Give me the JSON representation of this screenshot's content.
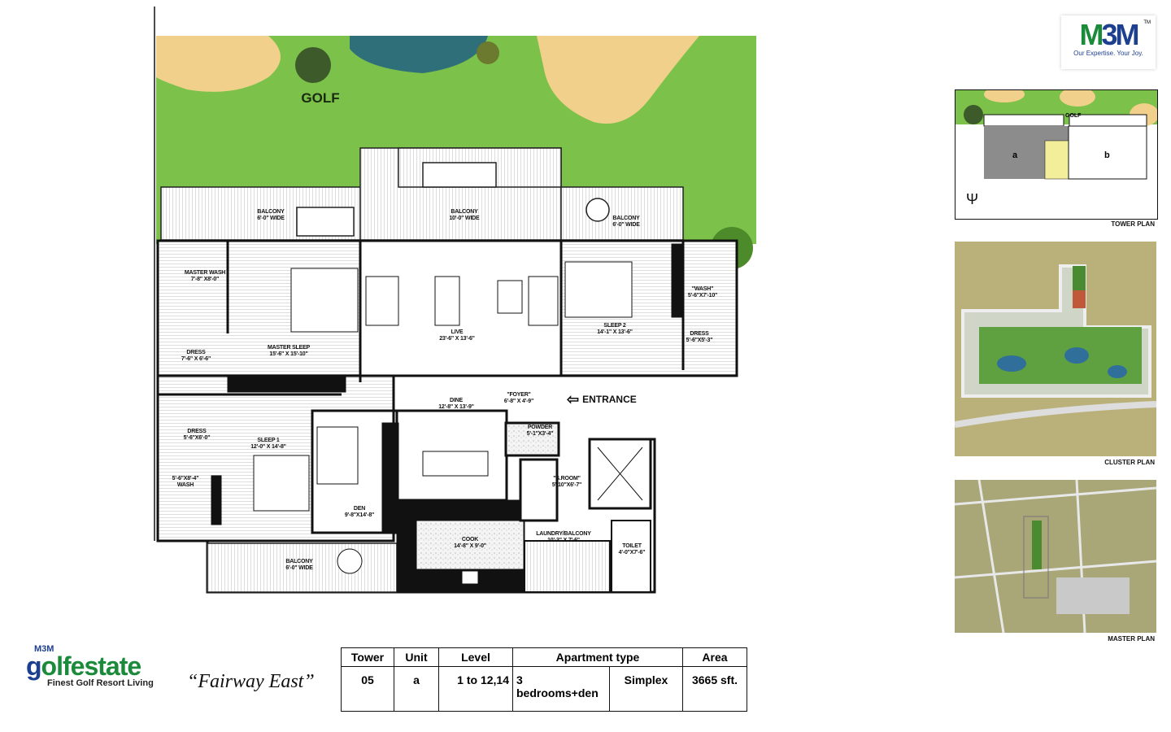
{
  "brand": {
    "m3m_logo": "M3M",
    "m3m_tagline": "Our Expertise. Your Joy.",
    "m3m_tm": "TM",
    "project_prefix": "M3M",
    "project_logo": "golfestate",
    "project_tagline": "Finest Golf Resort Living",
    "unit_name": "“Fairway East”"
  },
  "colors": {
    "grass": "#7cc24a",
    "sand": "#f0d08a",
    "water": "#2f6f7a",
    "green_brand": "#1b8a3a",
    "blue_brand": "#1d3f8f"
  },
  "plan": {
    "golf_label": "GOLF",
    "entrance_label": "ENTRANCE",
    "entrance_icon": "arrow-left-icon",
    "rooms": [
      {
        "name": "BALCONY",
        "size": "6'-0\" WIDE"
      },
      {
        "name": "BALCONY",
        "size": "10'-0\" WIDE"
      },
      {
        "name": "BALCONY",
        "size": "6'-0\" WIDE"
      },
      {
        "name": "MASTER WASH",
        "size": "7'-8\" X8'-0\""
      },
      {
        "name": "MASTER SLEEP",
        "size": "15'-6\" X 15'-10\""
      },
      {
        "name": "DRESS",
        "size": "7'-6\" X 6'-6\""
      },
      {
        "name": "LIVE",
        "size": "23'-6\" X 13'-6\""
      },
      {
        "name": "SLEEP 2",
        "size": "14'-1\" X 13'-6\""
      },
      {
        "name": "\"WASH\"",
        "size": "5'-6\"X7'-10\""
      },
      {
        "name": "DRESS",
        "size": "5'-6\"X5'-3\""
      },
      {
        "name": "DINE",
        "size": "12'-8\" X 13'-9\""
      },
      {
        "name": "\"FOYER\"",
        "size": "6'-8\" X 4'-9\""
      },
      {
        "name": "DRESS",
        "size": "5'-6\"X6'-0\""
      },
      {
        "name": "SLEEP 1",
        "size": "12'-0\" X 14'-8\""
      },
      {
        "name": "WASH",
        "size": "5'-6\"X8'-4\""
      },
      {
        "name": "POWDER",
        "size": "5'-1\"X3'-4\""
      },
      {
        "name": "\"S.ROOM\"",
        "size": "5'-10\"X6'-7\""
      },
      {
        "name": "DEN",
        "size": "9'-8\"X14'-8\""
      },
      {
        "name": "COOK",
        "size": "14'-8\" X 9'-0\""
      },
      {
        "name": "LAUNDRY/BALCONY",
        "size": "10'-3\" X 7'-6\""
      },
      {
        "name": "TOILET",
        "size": "4'-0\"X7'-6\""
      },
      {
        "name": "BALCONY",
        "size": "6'-0\" WIDE"
      }
    ]
  },
  "key_plans": {
    "tower_plan": {
      "caption": "TOWER PLAN",
      "golf": "GOLF",
      "unit_a": "a",
      "unit_b": "b"
    },
    "cluster_plan": {
      "caption": "CLUSTER PLAN"
    },
    "master_plan": {
      "caption": "MASTER PLAN"
    }
  },
  "spec_table": {
    "headers": [
      "Tower",
      "Unit",
      "Level",
      "Apartment type",
      "Area"
    ],
    "row": {
      "tower": "05",
      "unit": "a",
      "level": "1 to 12,14",
      "bedrooms": "3 bedrooms+den",
      "type": "Simplex",
      "area": "3665 sft."
    }
  }
}
